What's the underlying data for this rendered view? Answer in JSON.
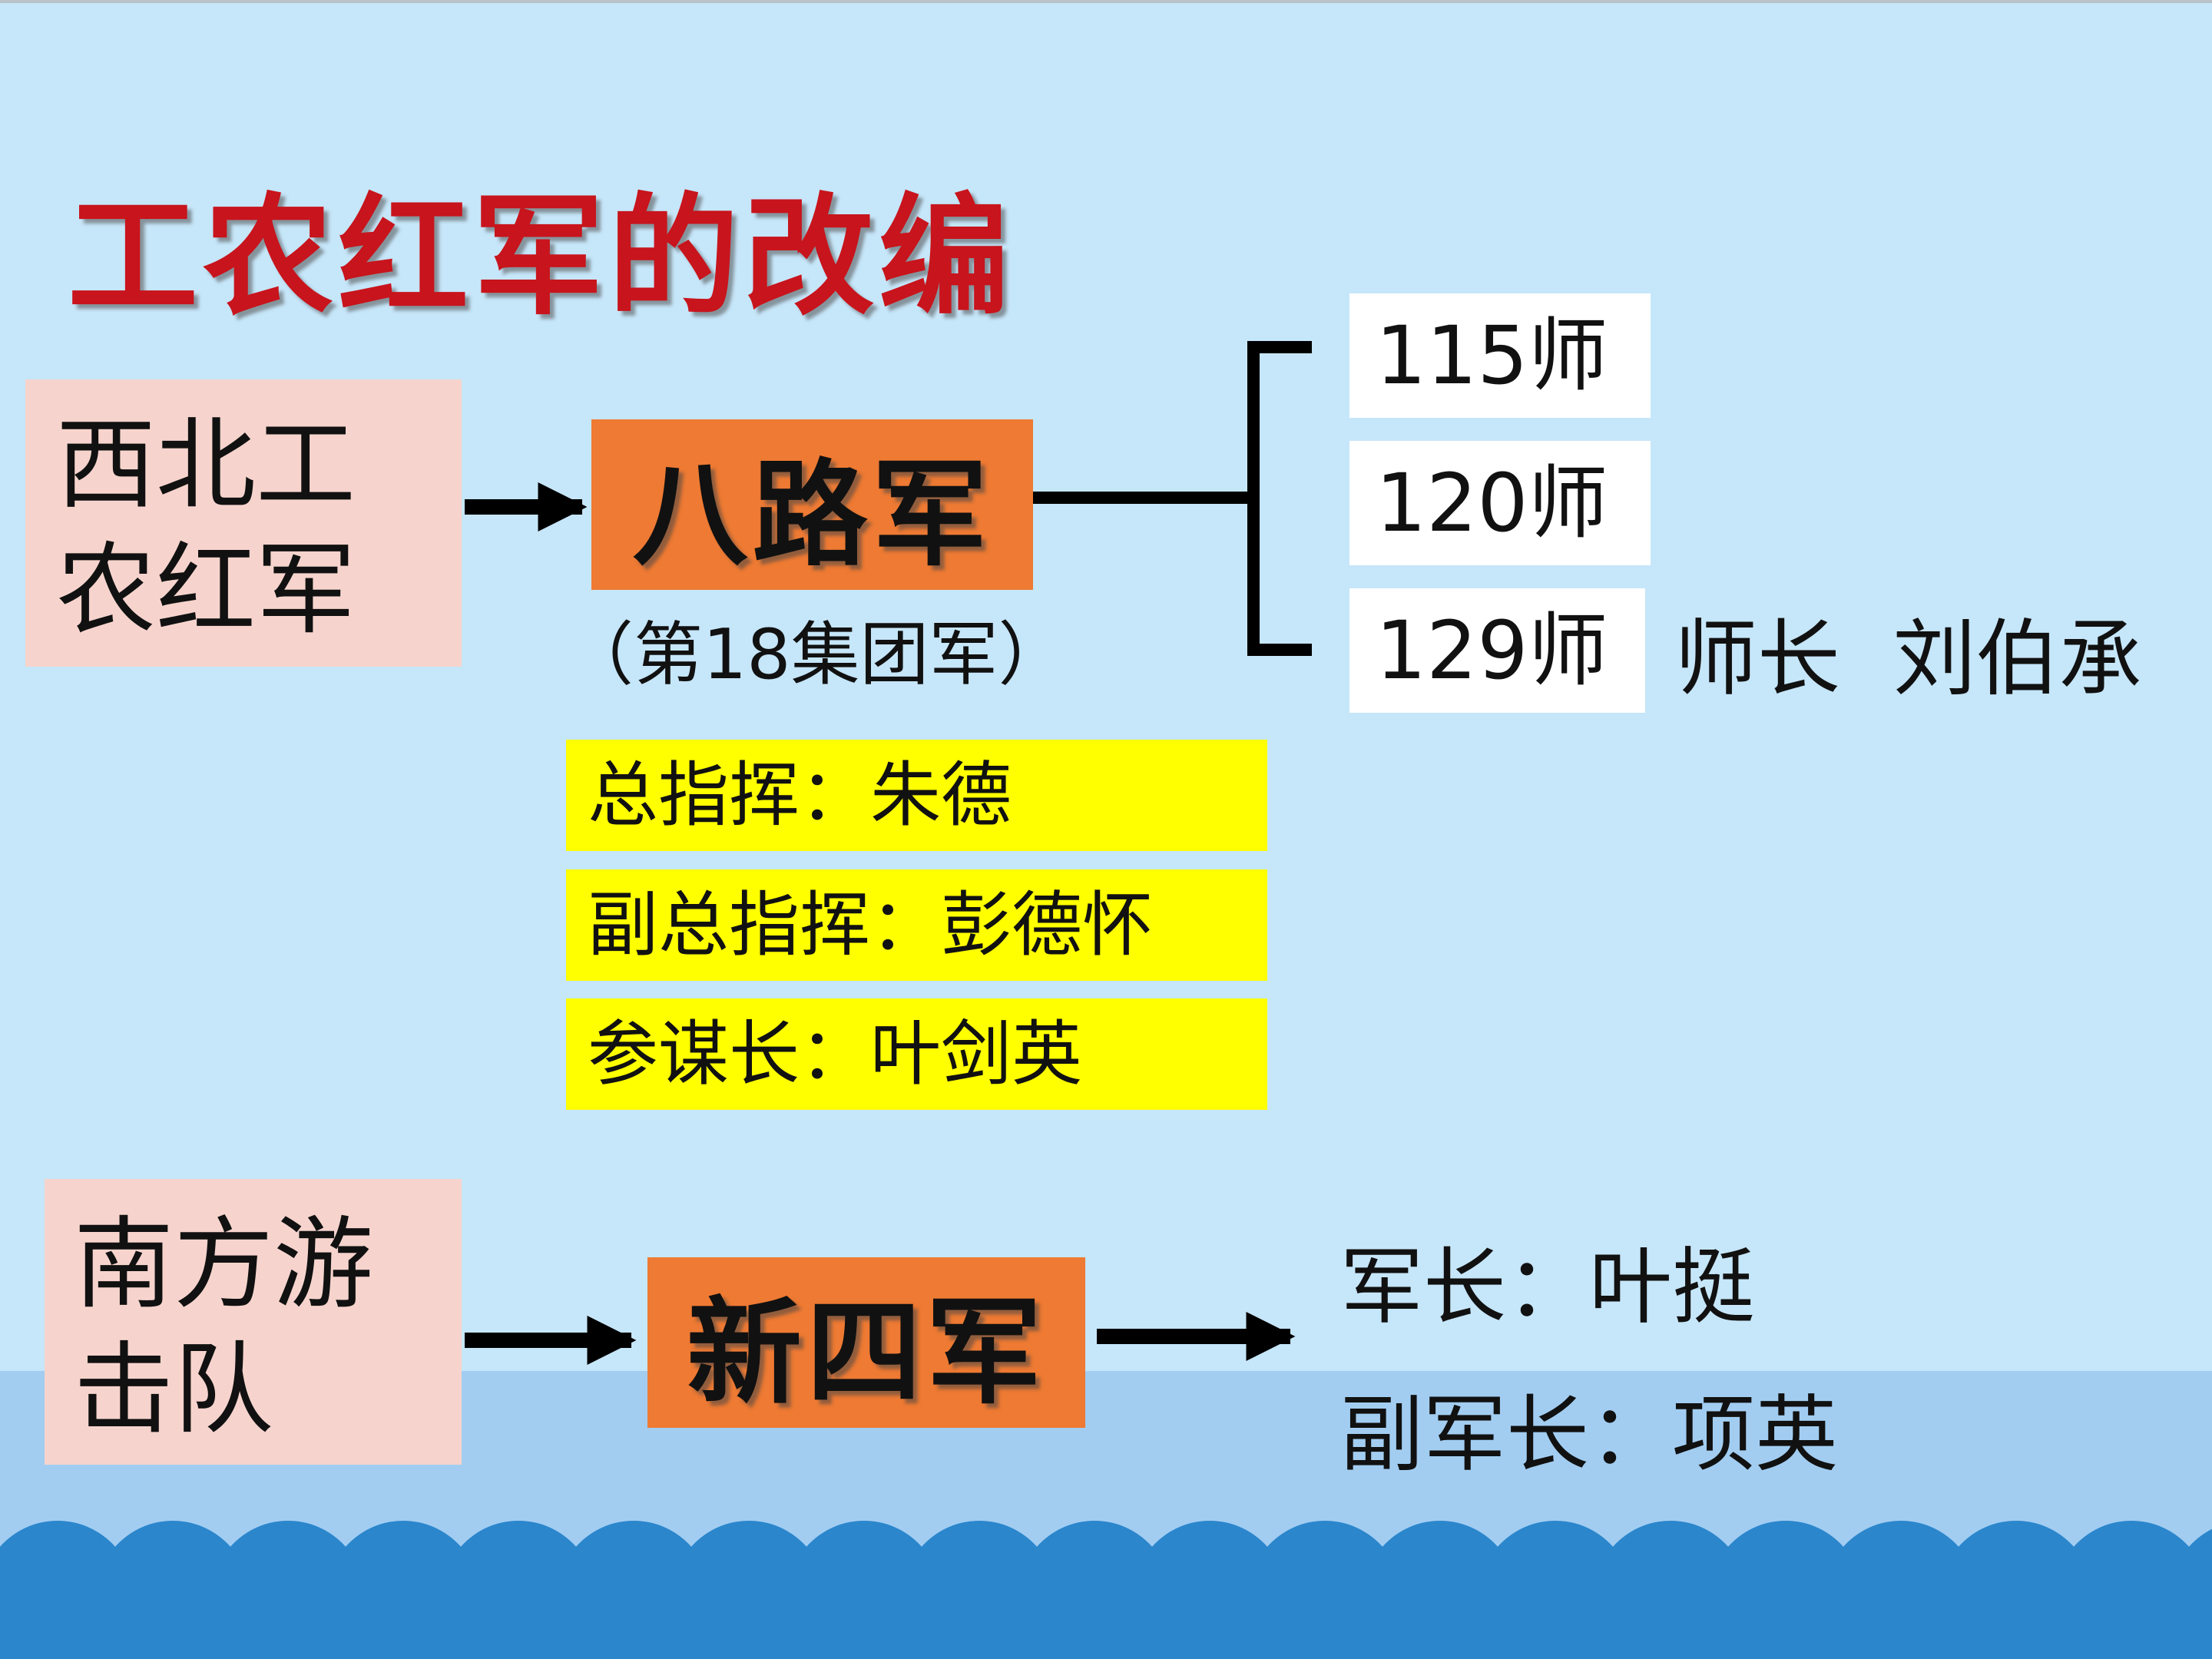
{
  "title": "工农红军的改编",
  "sources": {
    "northwest": "西北工\n农红军",
    "south": "南方游\n击队"
  },
  "armies": {
    "eighth_route": {
      "name": "八路军",
      "alias": "（第18集团军）",
      "leaders": [
        "总指挥：朱德",
        "副总指挥：彭德怀",
        "参谋长：叶剑英"
      ],
      "divisions": [
        "115师",
        "120师",
        "129师"
      ],
      "division_note": "师长  刘伯承"
    },
    "new_fourth": {
      "name": "新四军",
      "leaders": [
        "军长：叶挺",
        "副军长：项英"
      ]
    }
  },
  "colors": {
    "background": "#c6e6f9",
    "sea": "#a2cdf1",
    "wave": "#2b86cc",
    "title": "#c8141c",
    "source_box": "#f6d4cd",
    "army_box": "#ee7a33",
    "leader_box": "#ffff00",
    "division_box": "#ffffff"
  }
}
